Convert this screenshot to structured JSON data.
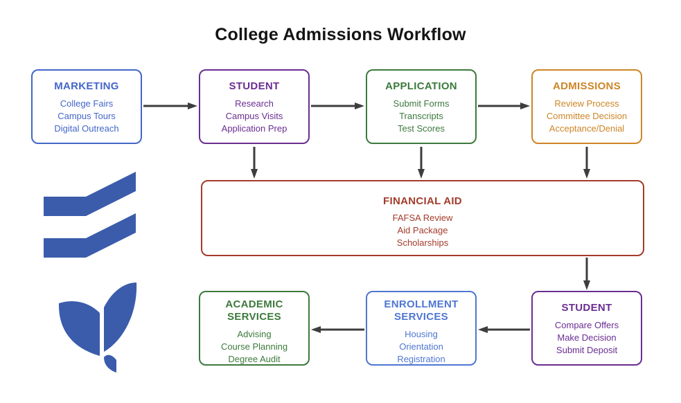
{
  "title": "College Admissions Workflow",
  "colors": {
    "marketing": "#4466c8",
    "student": "#6a2d91",
    "application": "#3c7a3c",
    "admissions": "#cd8527",
    "financial_aid": "#a33b2b",
    "enrollment": "#4e76d2",
    "academic": "#3c7a3c",
    "arrow": "#3d3d3d",
    "logo": "#3b5cab"
  },
  "nodes": {
    "marketing": {
      "title": "MARKETING",
      "items": [
        "College Fairs",
        "Campus Tours",
        "Digital Outreach"
      ]
    },
    "student_top": {
      "title": "STUDENT",
      "items": [
        "Research",
        "Campus Visits",
        "Application Prep"
      ]
    },
    "application": {
      "title": "APPLICATION",
      "items": [
        "Submit Forms",
        "Transcripts",
        "Test Scores"
      ]
    },
    "admissions": {
      "title": "ADMISSIONS",
      "items": [
        "Review Process",
        "Committee Decision",
        "Acceptance/Denial"
      ]
    },
    "financial_aid": {
      "title": "FINANCIAL AID",
      "items": [
        "FAFSA Review",
        "Aid Package",
        "Scholarships"
      ]
    },
    "student_bottom": {
      "title": "STUDENT",
      "items": [
        "Compare Offers",
        "Make Decision",
        "Submit Deposit"
      ]
    },
    "enrollment_services": {
      "title": "ENROLLMENT SERVICES",
      "items": [
        "Housing",
        "Orientation",
        "Registration"
      ]
    },
    "academic_services": {
      "title": "ACADEMIC SERVICES",
      "items": [
        "Advising",
        "Course Planning",
        "Degree Audit"
      ]
    }
  }
}
